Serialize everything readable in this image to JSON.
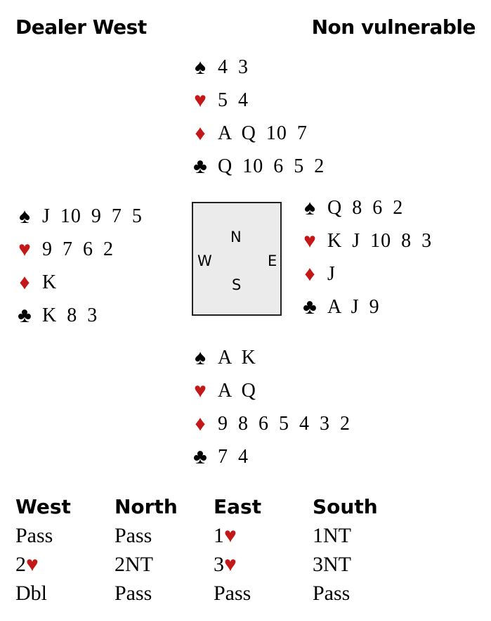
{
  "header": {
    "dealer": "Dealer West",
    "vulnerability": "Non vulnerable"
  },
  "colors": {
    "red_suit": "#c41718",
    "black_suit": "#000000",
    "table_fill": "#ebebeb"
  },
  "suits": [
    {
      "name": "spades",
      "symbol": "♠",
      "red": false
    },
    {
      "name": "hearts",
      "symbol": "♥",
      "red": true
    },
    {
      "name": "diamonds",
      "symbol": "♦",
      "red": true
    },
    {
      "name": "clubs",
      "symbol": "♣",
      "red": false
    }
  ],
  "hands": {
    "north": [
      "4 3",
      "5 4",
      "A Q 10 7",
      "Q 10 6 5 2"
    ],
    "west": [
      "J 10 9 7 5",
      "9 7 6 2",
      "K",
      "K 8 3"
    ],
    "east": [
      "Q 8 6 2",
      "K J 10 8 3",
      "J",
      "A J 9"
    ],
    "south": [
      "A K",
      "A Q",
      "9 8 6 5 4 3 2",
      "7 4"
    ]
  },
  "compass": {
    "n": "N",
    "s": "S",
    "e": "E",
    "w": "W"
  },
  "auction": {
    "headers": [
      "West",
      "North",
      "East",
      "South"
    ],
    "rows": [
      [
        "Pass",
        "Pass",
        "1♥",
        "1NT"
      ],
      [
        "2♥",
        "2NT",
        "3♥",
        "3NT"
      ],
      [
        "Dbl",
        "Pass",
        "Pass",
        "Pass"
      ]
    ]
  }
}
